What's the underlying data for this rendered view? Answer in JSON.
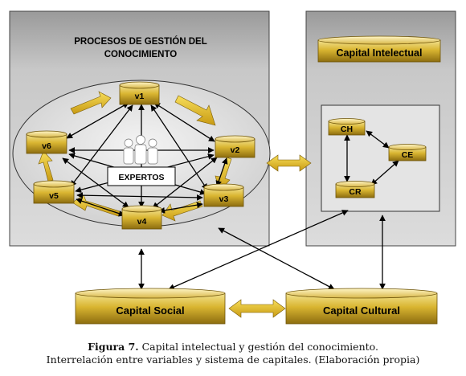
{
  "panels": {
    "left_title_line1": "PROCESOS DE GESTIÓN DEL",
    "left_title_line2": "CONOCIMIENTO",
    "right_title": "Capital Intelectual"
  },
  "variables": {
    "v1": "v1",
    "v2": "v2",
    "v3": "v3",
    "v4": "v4",
    "v5": "v5",
    "v6": "v6"
  },
  "experts_label": "EXPERTOS",
  "capitals": {
    "ch": "CH",
    "ce": "CE",
    "cr": "CR",
    "social": "Capital Social",
    "cultural": "Capital Cultural"
  },
  "caption": {
    "figure_label": "Figura 7.",
    "line1_rest": " Capital intelectual y gestión del conocimiento.",
    "line2": "Interrelación entre variables y sistema de capitales. (Elaboración propia)"
  },
  "colors": {
    "gold": "#d8b430",
    "gold_dark": "#8c6e10",
    "gold_light": "#f2e08a",
    "panel_gray": "#bdbdbd",
    "ellipse_gray": "#e2e2e2"
  }
}
